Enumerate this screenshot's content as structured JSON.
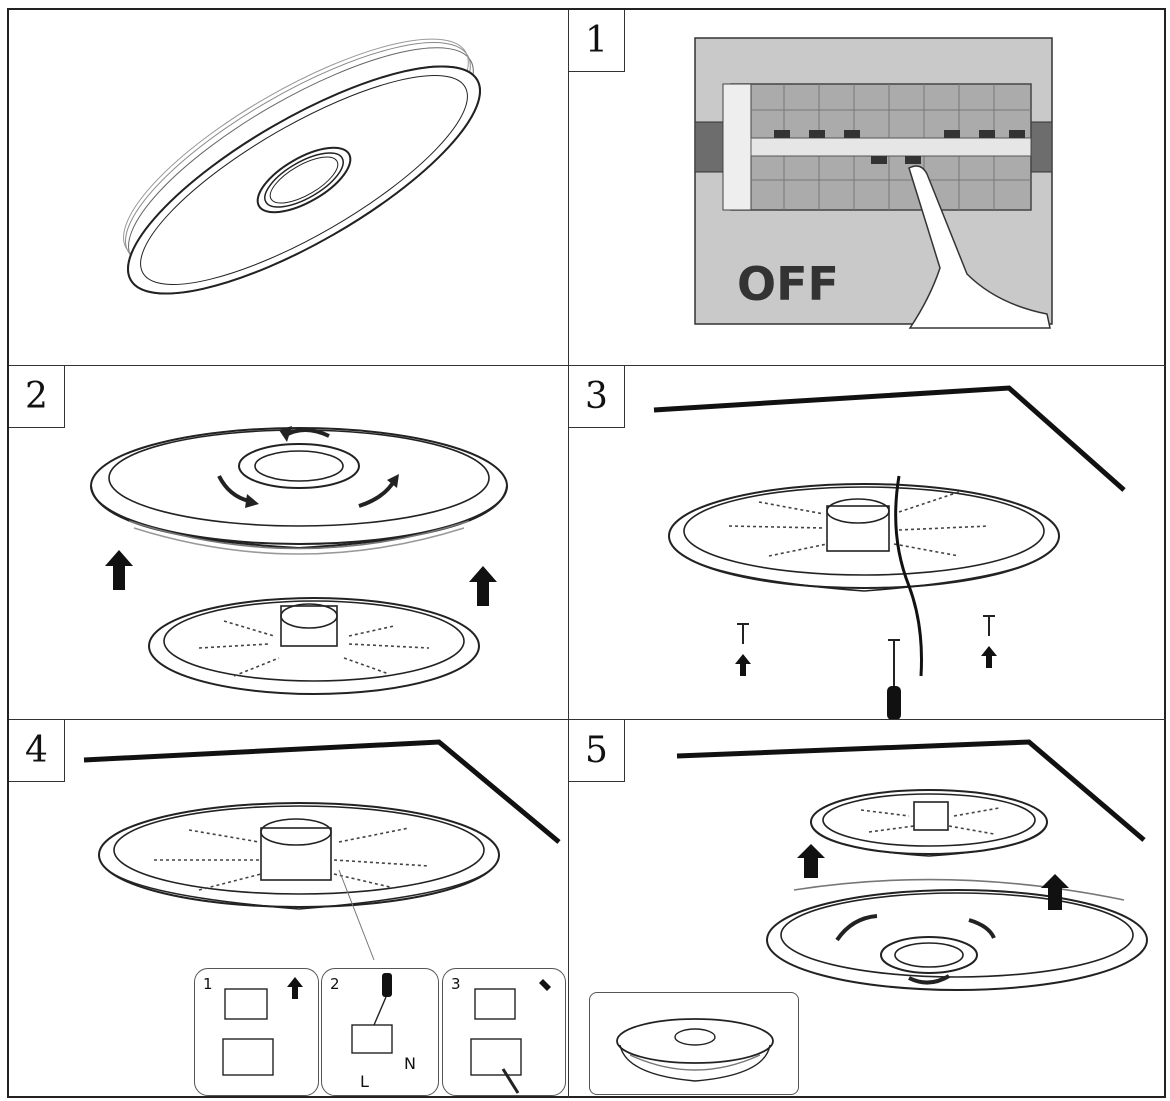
{
  "steps": {
    "s1": "1",
    "s2": "2",
    "s3": "3",
    "s4": "4",
    "s5": "5"
  },
  "breaker": {
    "label": "OFF"
  },
  "wiring": {
    "sub1": "1",
    "sub2": "2",
    "sub3": "3",
    "live": "L",
    "neutral": "N"
  },
  "colors": {
    "line": "#222222",
    "panel_bg": "#c8c8c8",
    "breaker_body": "#a9a9a9"
  },
  "icons": [
    "ceiling-lamp-icon",
    "circuit-breaker-icon",
    "hand-icon",
    "arrow-up-icon",
    "rotate-arrow-icon",
    "screw-icon",
    "screwdriver-icon",
    "terminal-block-icon",
    "ceiling-line-icon"
  ]
}
